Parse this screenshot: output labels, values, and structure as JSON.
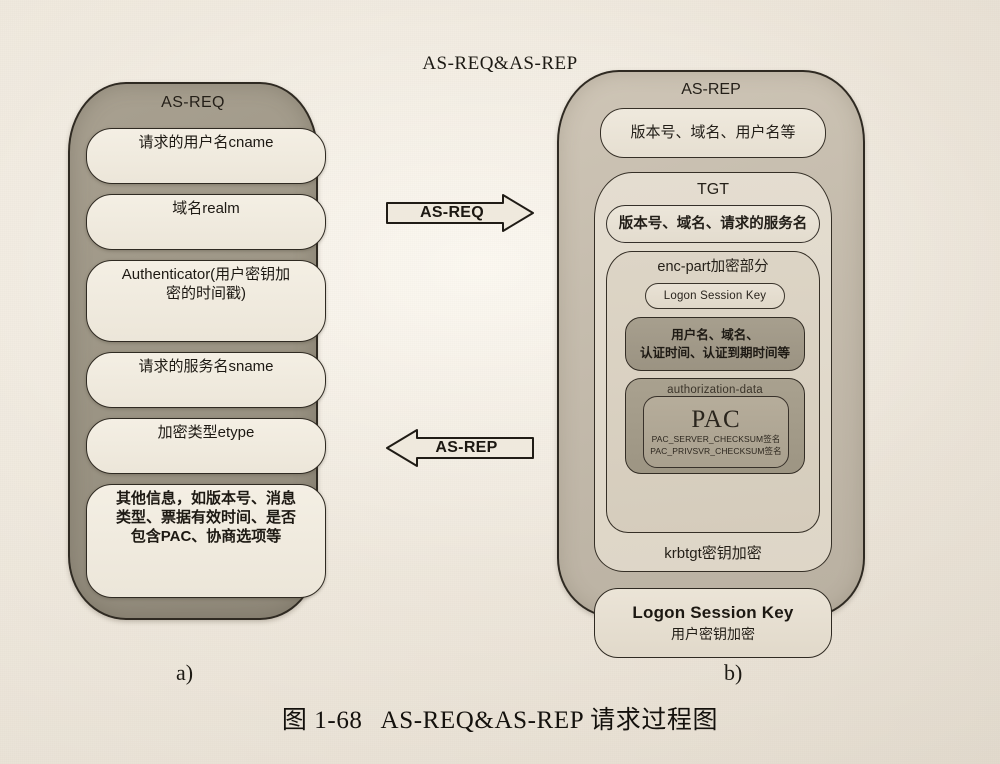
{
  "figure": {
    "top_title": "AS-REQ&AS-REP",
    "caption_number": "图 1-68",
    "caption_text": "AS-REQ&AS-REP 请求过程图",
    "label_a": "a)",
    "label_b": "b)"
  },
  "colors": {
    "page_background": "#eae3d7",
    "panel_a_fill": "#9d9686",
    "panel_b_fill": "#c5bcad",
    "box_fill_light": "#ece6d9",
    "box_fill_dark": "#9b9382",
    "outline": "#2f2a22"
  },
  "arrows": [
    {
      "name": "as-req-arrow",
      "label": "AS-REQ",
      "direction": "right"
    },
    {
      "name": "as-rep-arrow",
      "label": "AS-REP",
      "direction": "left"
    }
  ],
  "panel_a": {
    "title": "AS-REQ",
    "items": [
      {
        "lines": [
          "请求的用户名cname"
        ]
      },
      {
        "lines": [
          "域名realm"
        ]
      },
      {
        "lines": [
          "Authenticator(用户密钥加",
          "密的时间戳)"
        ]
      },
      {
        "lines": [
          "请求的服务名sname"
        ]
      },
      {
        "lines": [
          "加密类型etype"
        ]
      },
      {
        "lines": [
          "其他信息，如版本号、消息",
          "类型、票据有效时间、是否",
          "包含PAC、协商选项等"
        ]
      }
    ]
  },
  "panel_b": {
    "title": "AS-REP",
    "header_item": "版本号、域名、用户名等",
    "tgt": {
      "title": "TGT",
      "plain_item": "版本号、域名、请求的服务名",
      "enc_part": {
        "title": "enc-part加密部分",
        "logon_session_key": "Logon Session Key",
        "user_info": [
          "用户名、域名、",
          "认证时间、认证到期时间等"
        ],
        "authorization_data": {
          "title": "authorization-data",
          "pac_title": "PAC",
          "pac_lines": [
            "PAC_SERVER_CHECKSUM签名",
            "PAC_PRIVSVR_CHECKSUM签名"
          ]
        }
      },
      "footer": "krbtgt密钥加密"
    },
    "logon_session_key_box": {
      "line1": "Logon Session Key",
      "line2": "用户密钥加密"
    }
  }
}
